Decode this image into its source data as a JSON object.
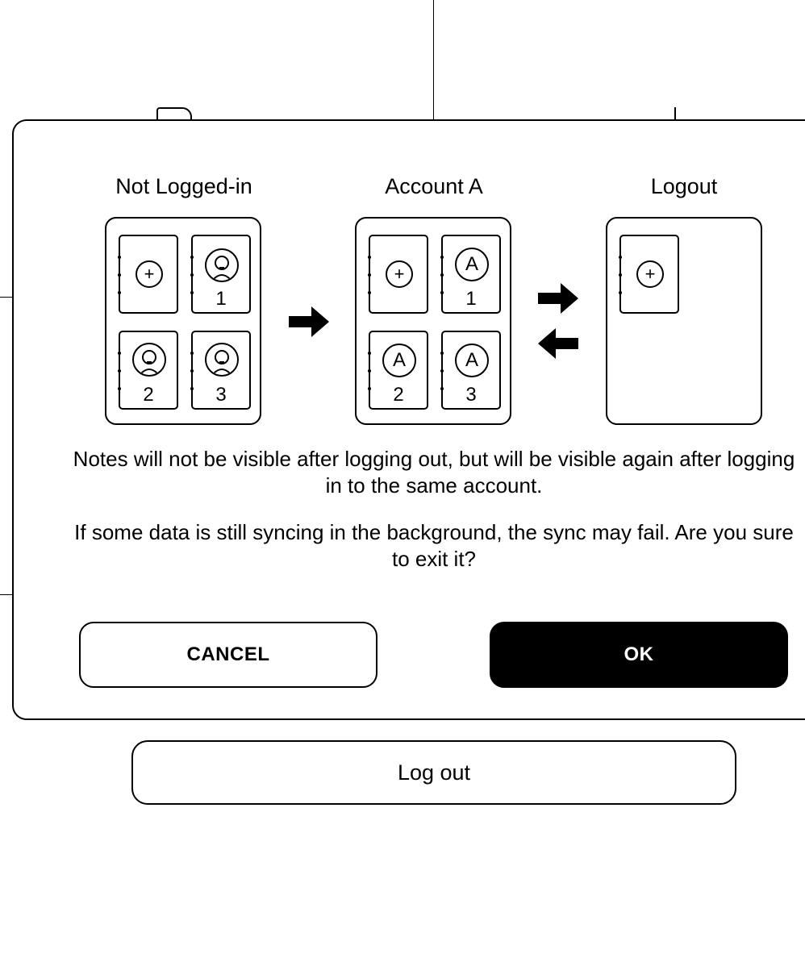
{
  "dialog": {
    "diagram": {
      "panels": [
        {
          "title": "Not Logged-in",
          "notes": [
            "",
            "1",
            "2",
            "3"
          ]
        },
        {
          "title": "Account A",
          "notes": [
            "",
            "1",
            "2",
            "3"
          ],
          "avatar_letter": "A"
        },
        {
          "title": "Logout",
          "notes": [
            ""
          ]
        }
      ]
    },
    "message_1": "Notes will not be visible after logging out, but will be visible again after logging in to the same account.",
    "message_2": "If some data is still syncing in the background, the sync may fail. Are you sure to exit it?",
    "cancel_label": "CANCEL",
    "ok_label": "OK"
  },
  "background": {
    "logout_button_label": "Log out"
  },
  "icons": {
    "new_note": "plus-circle-icon",
    "guest_avatar": "person-avatar-icon",
    "account_avatar": "letter-avatar-icon",
    "flow_arrow": "arrow-right-icon",
    "back_arrow": "arrow-left-icon"
  }
}
